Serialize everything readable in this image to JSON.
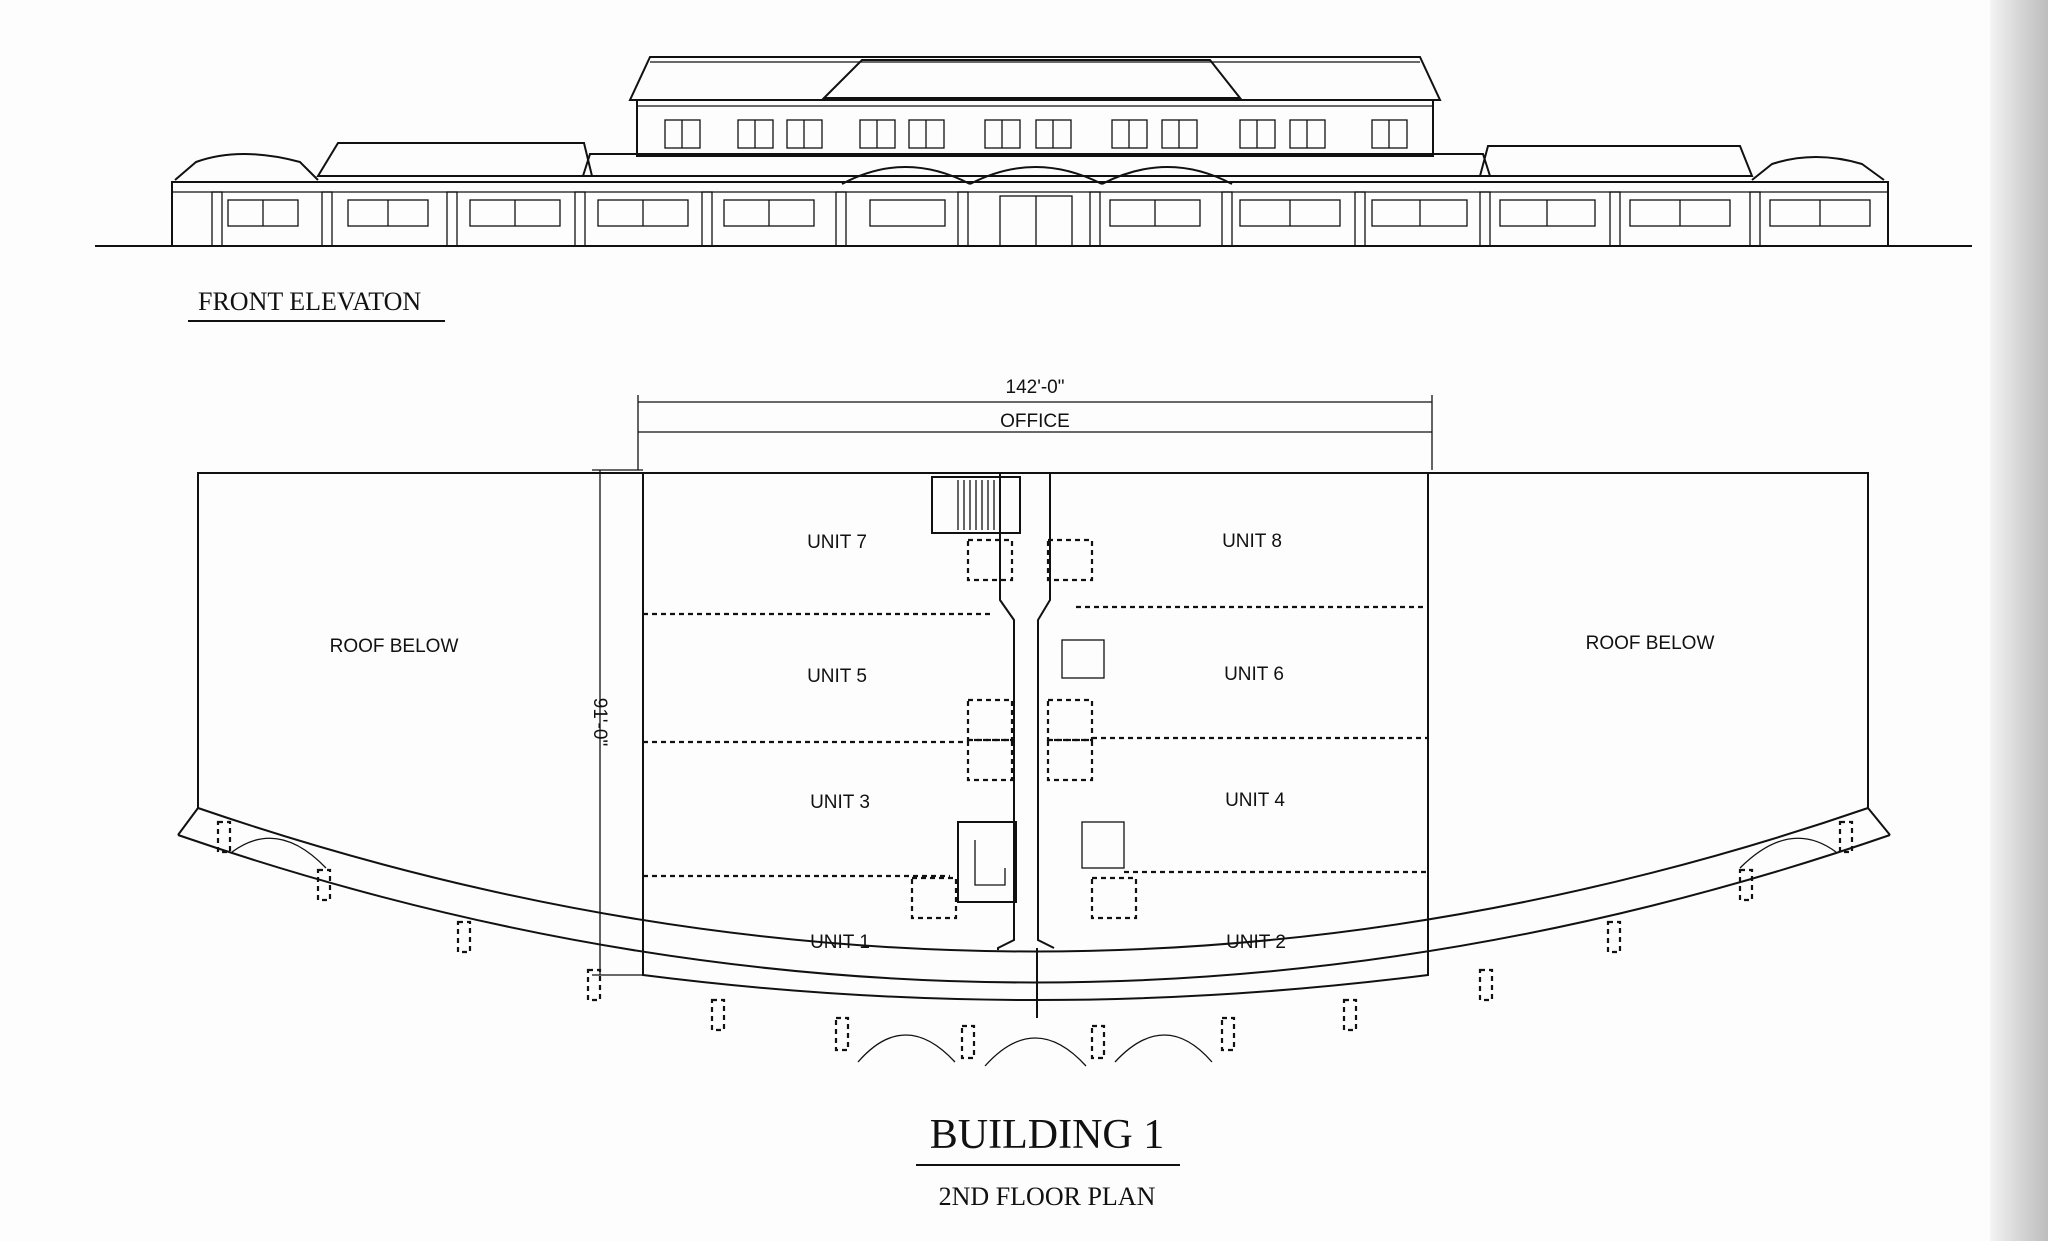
{
  "elevation": {
    "title": "FRONT ELEVATON"
  },
  "plan": {
    "overall_width": "142'-0\"",
    "office_label": "OFFICE",
    "depth": "91'-0\"",
    "roof_left": "ROOF BELOW",
    "roof_right": "ROOF BELOW",
    "units": {
      "u1": "UNIT 1",
      "u2": "UNIT 2",
      "u3": "UNIT 3",
      "u4": "UNIT 4",
      "u5": "UNIT 5",
      "u6": "UNIT 6",
      "u7": "UNIT 7",
      "u8": "UNIT 8"
    }
  },
  "footer": {
    "building": "BUILDING 1",
    "plan_name": "2ND FLOOR PLAN"
  }
}
